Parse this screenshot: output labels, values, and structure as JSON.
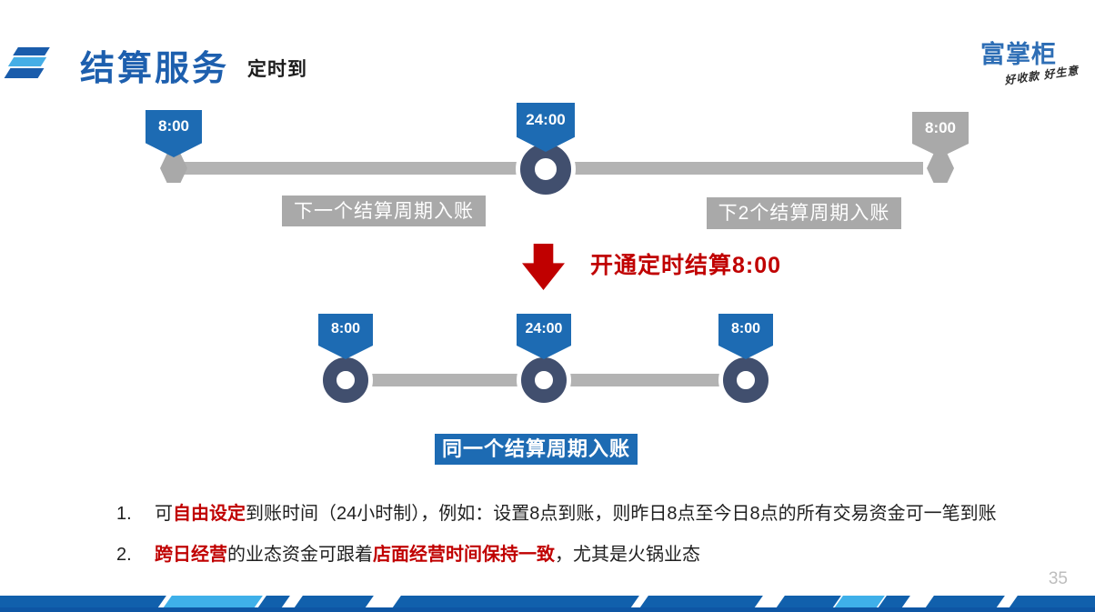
{
  "header": {
    "title": "结算服务",
    "subtitle": "定时到",
    "brand": {
      "name": "富掌柜",
      "tagline": "好收款 好生意"
    }
  },
  "timeline_upper": {
    "flags": [
      {
        "label": "8:00",
        "style": "blue"
      },
      {
        "label": "24:00",
        "style": "blue"
      },
      {
        "label": "8:00",
        "style": "gray"
      }
    ],
    "period_labels": [
      "下一个结算周期入账",
      "下2个结算周期入账"
    ]
  },
  "transition": {
    "icon": "down-arrow",
    "label": "开通定时结算8:00"
  },
  "timeline_lower": {
    "flags": [
      {
        "label": "8:00"
      },
      {
        "label": "24:00"
      },
      {
        "label": "8:00"
      }
    ],
    "result_label": "同一个结算周期入账"
  },
  "notes": [
    {
      "number": "1.",
      "segments": [
        {
          "text": "可",
          "emphasis": false
        },
        {
          "text": "自由设定",
          "emphasis": true
        },
        {
          "text": "到账时间（24小时制），例如：设置8点到账，则昨日8点至今日8点的所有交易资金可一笔到账",
          "emphasis": false
        }
      ]
    },
    {
      "number": "2.",
      "segments": [
        {
          "text": "跨日经营",
          "emphasis": true
        },
        {
          "text": "的业态资金可跟着",
          "emphasis": false
        },
        {
          "text": "店面经营时间保持一致",
          "emphasis": true
        },
        {
          "text": "，尤其是火锅业态",
          "emphasis": false
        }
      ]
    }
  ],
  "page_number": "35",
  "colors": {
    "title_blue": "#1d5fae",
    "flag_blue": "#1d6bb3",
    "node_navy": "#414f6e",
    "bar_gray": "#b3b3b3",
    "label_gray": "#a9a9a9",
    "emphasis_red": "#c00000",
    "stripe_dark_blue": "#1160ac",
    "stripe_light_blue": "#3fb0e9"
  }
}
